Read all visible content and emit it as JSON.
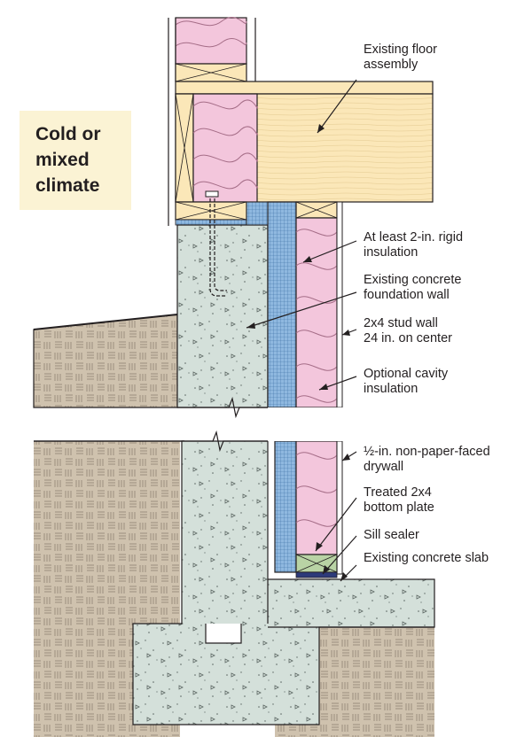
{
  "callout": {
    "text": "Cold or\nmixed\nclimate"
  },
  "labels": {
    "floor": "Existing floor\nassembly",
    "rigid": "At least 2-in. rigid\ninsulation",
    "foundation": "Existing concrete\nfoundation wall",
    "stud": "2x4 stud wall\n24 in. on center",
    "cavity": "Optional cavity\ninsulation",
    "drywall": "½-in. non-paper-faced\ndrywall",
    "plate": "Treated 2x4\nbottom plate",
    "sill": "Sill sealer",
    "slab": "Existing concrete slab"
  },
  "colors": {
    "concrete": "#d4e0da",
    "soil": "#cfc2ae",
    "wood": "#fbe7b8",
    "fiberglass": "#f3c6dc",
    "rigid": "#8fb8df",
    "sill": "#b9d3a5",
    "callout_bg": "#fbf3d4"
  }
}
